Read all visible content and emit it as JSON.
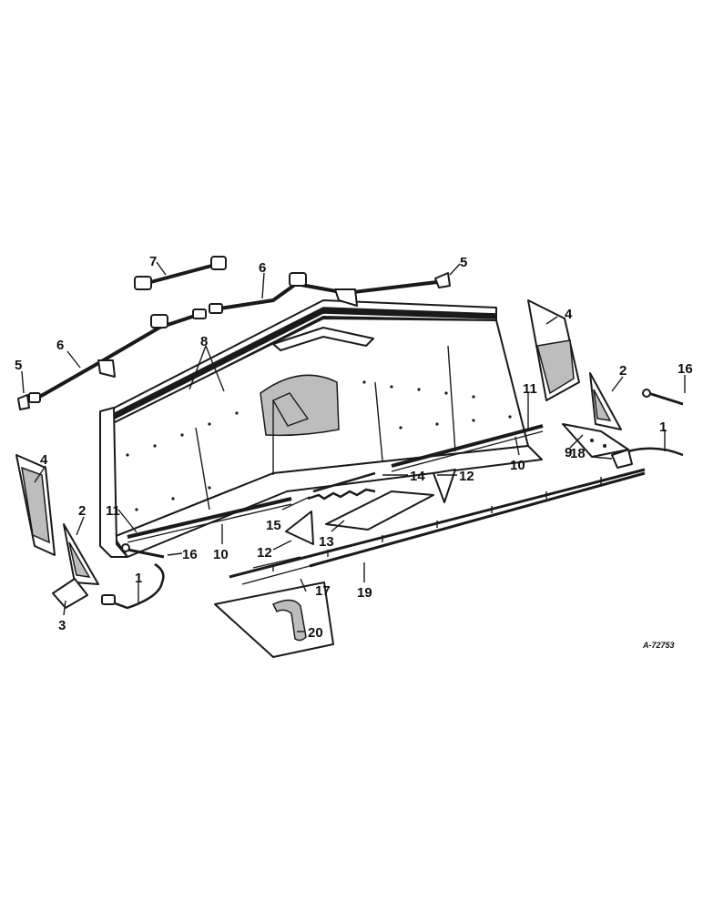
{
  "drawing_ref": "A-72753",
  "callouts": {
    "c1a": "1",
    "c1b": "1",
    "c2a": "2",
    "c2b": "2",
    "c3": "3",
    "c4a": "4",
    "c4b": "4",
    "c5a": "5",
    "c5b": "5",
    "c6a": "6",
    "c6b": "6",
    "c7": "7",
    "c8": "8",
    "c9": "9",
    "c10a": "10",
    "c10b": "10",
    "c11a": "11",
    "c11b": "11",
    "c12a": "12",
    "c12b": "12",
    "c13": "13",
    "c14": "14",
    "c15": "15",
    "c16a": "16",
    "c16b": "16",
    "c17": "17",
    "c18": "18",
    "c19": "19",
    "c20": "20"
  }
}
